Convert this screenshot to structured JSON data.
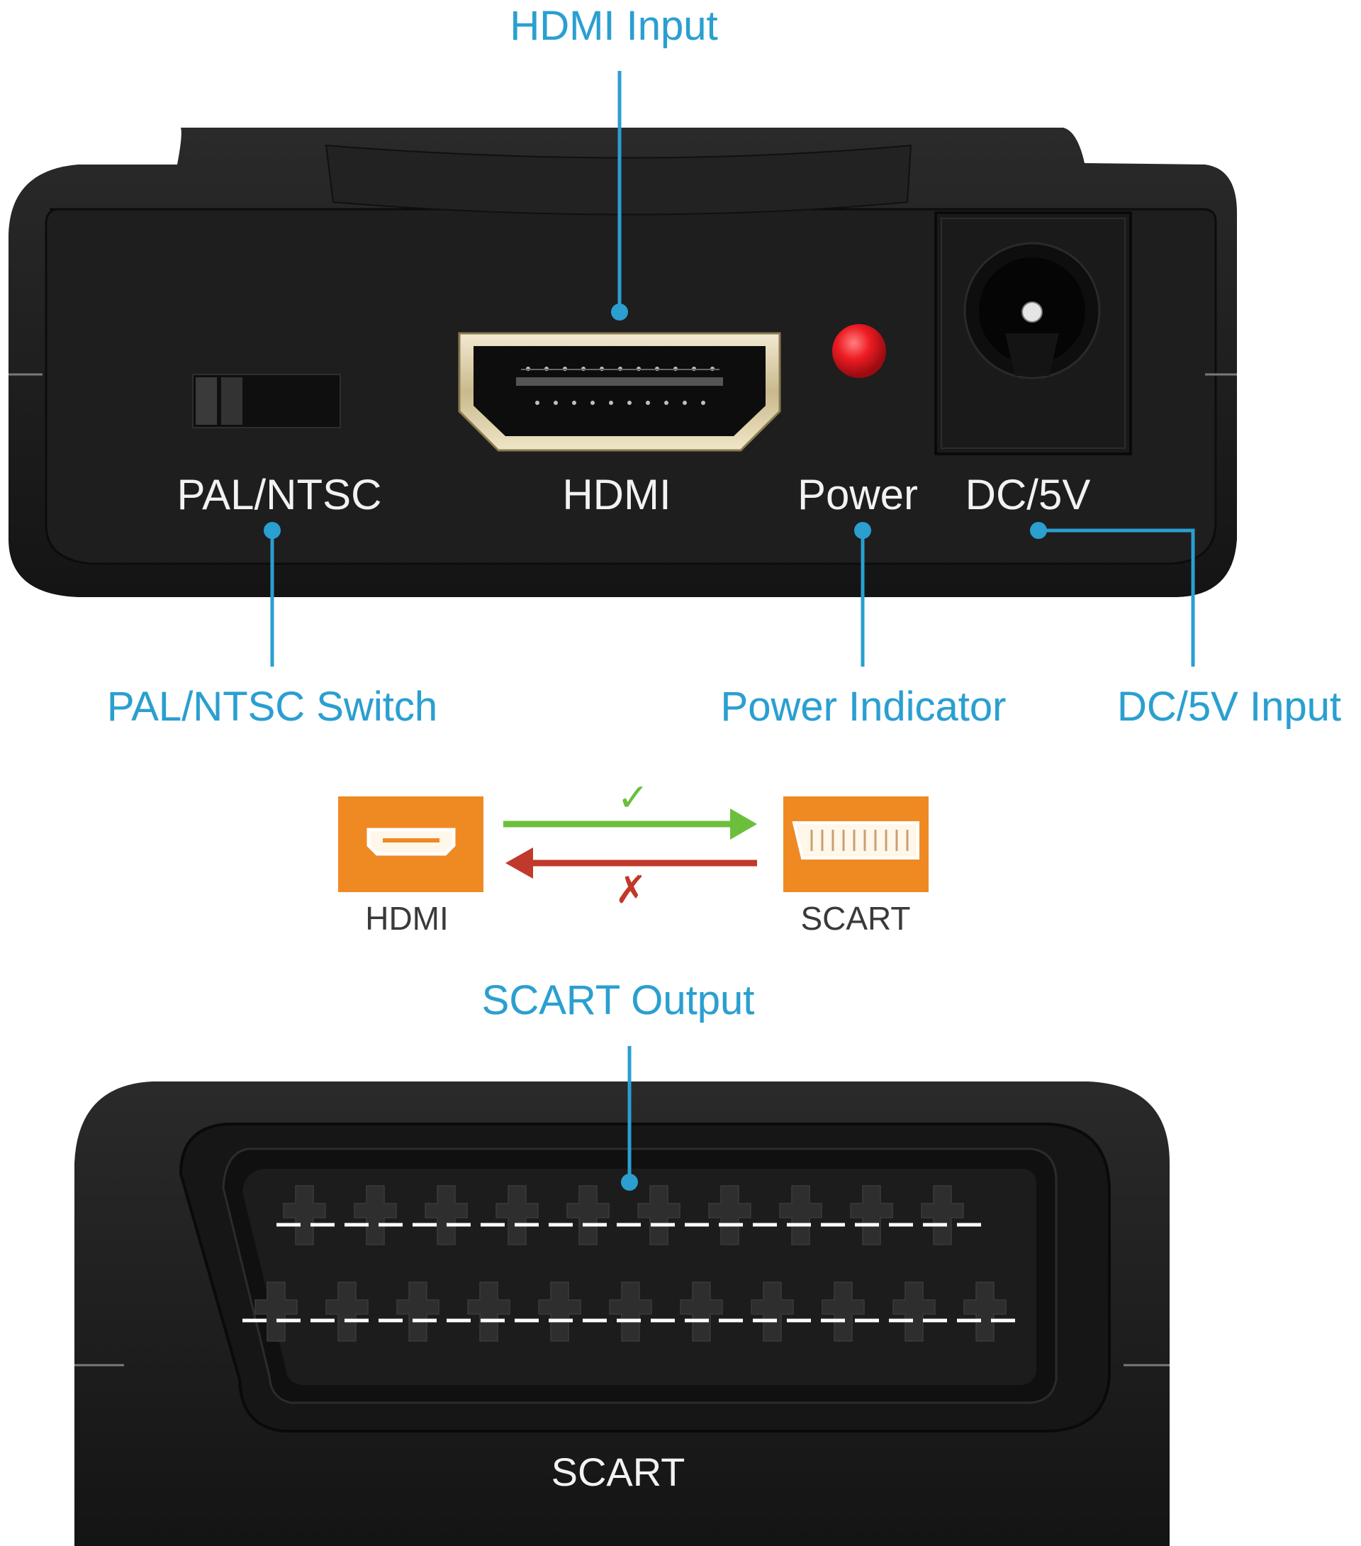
{
  "callouts": {
    "hdmi_input": "HDMI Input",
    "pal_ntsc_switch": "PAL/NTSC Switch",
    "power_indicator": "Power Indicator",
    "dc_input": "DC/5V Input",
    "scart_output": "SCART Output"
  },
  "device_labels": {
    "pal_ntsc": "PAL/NTSC",
    "hdmi": "HDMI",
    "power": "Power",
    "dc": "DC/5V",
    "scart": "SCART"
  },
  "flow": {
    "from_label": "HDMI",
    "to_label": "SCART",
    "forward_mark": "✓",
    "reverse_mark": "✗"
  },
  "colors": {
    "callout_blue": "#2a9fd0",
    "device_body": "#1b1b1b",
    "led_red": "#e8141c",
    "forward_green": "#6cbf3d",
    "reverse_red": "#c0392b",
    "icon_orange": "#ef8a22"
  },
  "icons": {
    "hdmi_port": "hdmi-port-icon",
    "scart_port": "scart-port-icon",
    "dc_jack": "dc-jack-icon",
    "switch": "slide-switch-icon"
  }
}
